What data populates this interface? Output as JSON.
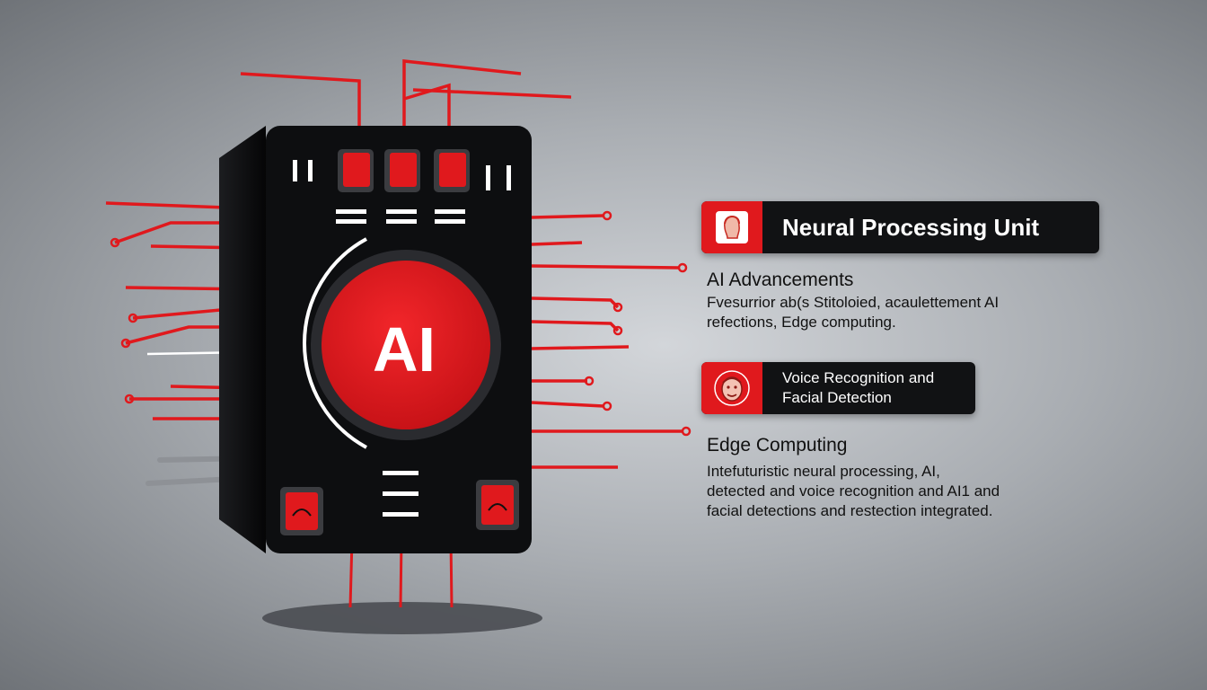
{
  "chip": {
    "label": "AI"
  },
  "npu_card": {
    "title": "Neural Processing Unit",
    "icon": "head-icon"
  },
  "advancements": {
    "heading": "AI Advancements",
    "lines": [
      "Fvesurrior ab(s Stitoloied, acaulettement AI",
      "refections, Edge computing."
    ]
  },
  "voice_card": {
    "lines": [
      "Voice Recognition and",
      "Facial Detection"
    ],
    "icon": "face-scan-icon"
  },
  "edge": {
    "heading": "Edge Computing",
    "lines": [
      "Intefuturistic neural processing, AI,",
      "detected and voice recognition and AI1 and",
      "facial detections and restection integrated."
    ]
  },
  "colors": {
    "accent": "#e0191d",
    "chip_body": "#0d0e10",
    "card_bg": "#111214"
  }
}
